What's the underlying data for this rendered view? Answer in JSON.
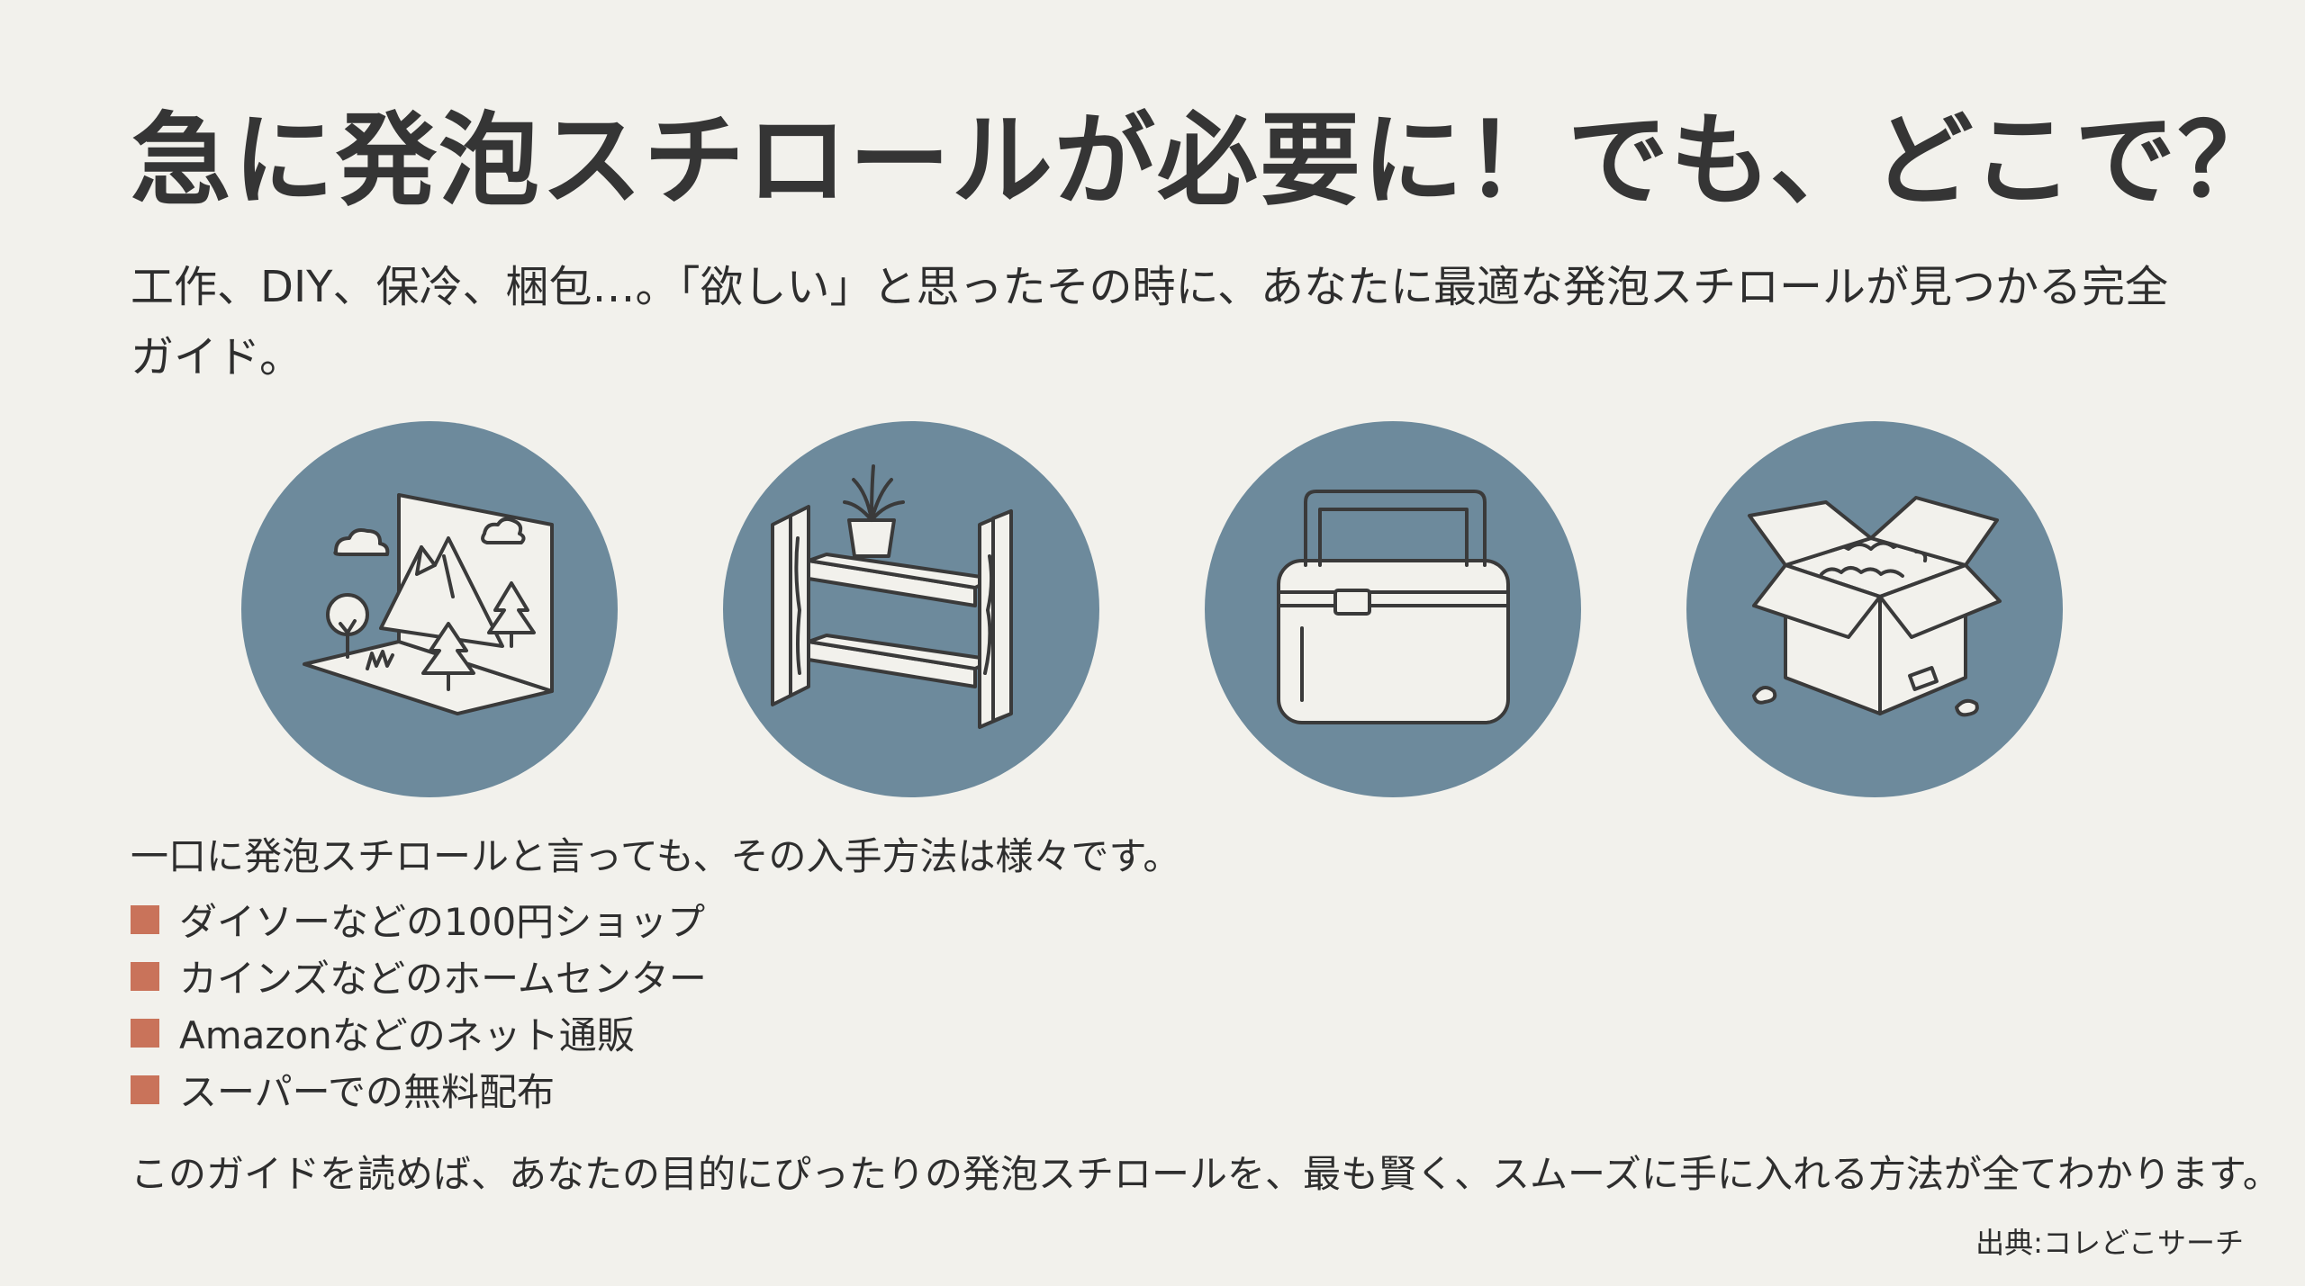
{
  "header": {
    "title": "急に発泡スチロールが必要に！でも、どこで？",
    "subtitle": "工作、DIY、保冷、梱包…。「欲しい」と思ったその時に、あなたに最適な発泡スチロールが見つかる完全ガイド。"
  },
  "icons": [
    {
      "icon": "diorama-craft-icon"
    },
    {
      "icon": "wooden-shelf-icon"
    },
    {
      "icon": "cooler-box-icon"
    },
    {
      "icon": "packing-box-icon"
    }
  ],
  "body": {
    "intro": "一口に発泡スチロールと言っても、その入手方法は様々です。",
    "methods": [
      "ダイソーなどの100円ショップ",
      "カインズなどのホームセンター",
      "Amazonなどのネット通販",
      "スーパーでの無料配布"
    ],
    "conclusion": "このガイドを読めば、あなたの目的にぴったりの発泡スチロールを、最も賢く、スムーズに手に入れる方法が全てわかります。",
    "source": "出典:コレどこサーチ"
  },
  "colors": {
    "background": "#f2f1ec",
    "circle": "#6d8a9c",
    "bullet": "#c9735a",
    "text": "#2e2e2e"
  }
}
